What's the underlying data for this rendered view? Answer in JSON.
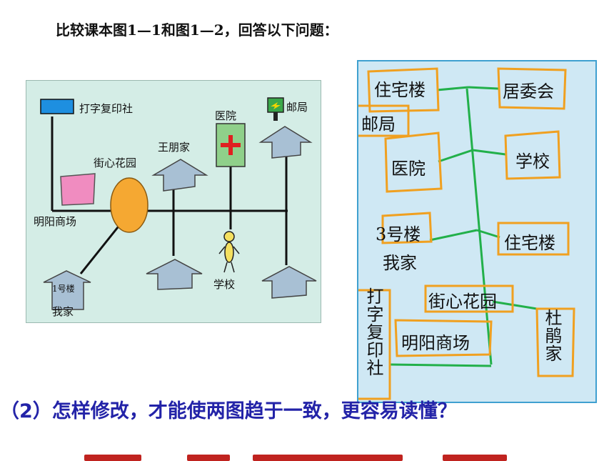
{
  "heading": "比较课本图1—1和图1—2，回答以下问题：",
  "left_map": {
    "print_shop": "打字复印社",
    "hospital": "医院",
    "post_office": "邮局",
    "wang_peng_home": "王朋家",
    "central_garden": "街心花园",
    "mall": "明阳商场",
    "building_1": "1号楼",
    "my_home": "我家",
    "school": "学校"
  },
  "right_map": {
    "residential_top": "住宅楼",
    "committee": "居委会",
    "post_office": "邮局",
    "hospital": "医院",
    "school": "学校",
    "building_3": "3号楼",
    "residential_mid": "住宅楼",
    "my_home": "我家",
    "central_garden": "街心花园",
    "print_shop": "打字复印社",
    "mall": "明阳商场",
    "du_juan_home": "杜鹃家"
  },
  "question": "（2）怎样修改，才能使两图趋于一致，更容易读懂？",
  "colors": {
    "question": "#2323a8",
    "left_bg": "#d4ede6",
    "right_bg": "#cfe8f4",
    "right_border": "#3fa0d0",
    "orange_box": "#f0a020",
    "green_line": "#22b04a",
    "house": "#a8c0d4",
    "garden": "#f5a832",
    "mall_block": "#f08cc0",
    "print_sign": "#1e8fe0",
    "hospital_bg": "#8fd08a",
    "cross": "#e02020"
  }
}
